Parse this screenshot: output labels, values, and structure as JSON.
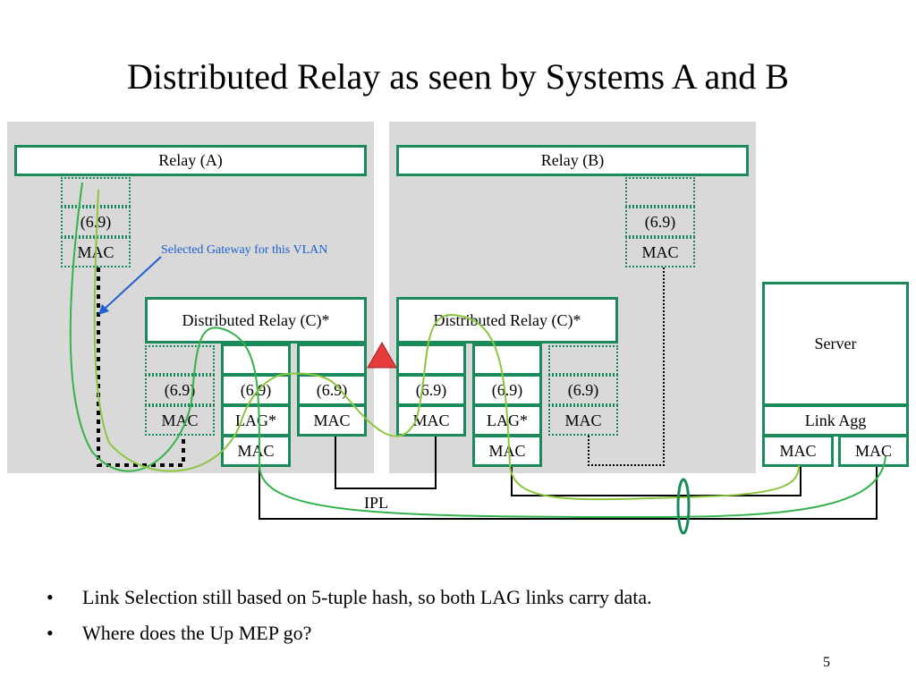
{
  "title": "Distributed Relay as seen by Systems A and B",
  "system_a": {
    "relay": "Relay (A)",
    "port": {
      "id": "(6.9)",
      "mac": "MAC"
    },
    "annotation": "Selected Gateway for this VLAN",
    "dr": "Distributed Relay (C)*",
    "ports": [
      {
        "id": "(6.9)",
        "mac": "MAC"
      },
      {
        "id": "(6.9)",
        "mac": "LAG*",
        "lower_mac": "MAC"
      },
      {
        "id": "(6.9)",
        "mac": "MAC"
      }
    ]
  },
  "system_b": {
    "relay": "Relay (B)",
    "port": {
      "id": "(6.9)",
      "mac": "MAC"
    },
    "dr": "Distributed Relay (C)*",
    "ports": [
      {
        "id": "(6.9)",
        "mac": "MAC"
      },
      {
        "id": "(6.9)",
        "mac": "LAG*",
        "lower_mac": "MAC"
      },
      {
        "id": "(6.9)",
        "mac": "MAC"
      }
    ]
  },
  "server": {
    "label": "Server",
    "link_agg": "Link Agg",
    "macs": [
      "MAC",
      "MAC"
    ]
  },
  "ipl": "IPL",
  "bullets": [
    "Link Selection still based on 5-tuple hash, so both LAG links carry data.",
    "Where does the Up MEP go?"
  ],
  "bullet_char": "•",
  "page_number": "5",
  "colors": {
    "panel": "#d9d9d9",
    "box_border": "#1a8a5a",
    "path_green": "#33b24a",
    "path_light": "#8cc63f",
    "annotation": "#1f5fd0",
    "marker": "#e63b3b"
  }
}
